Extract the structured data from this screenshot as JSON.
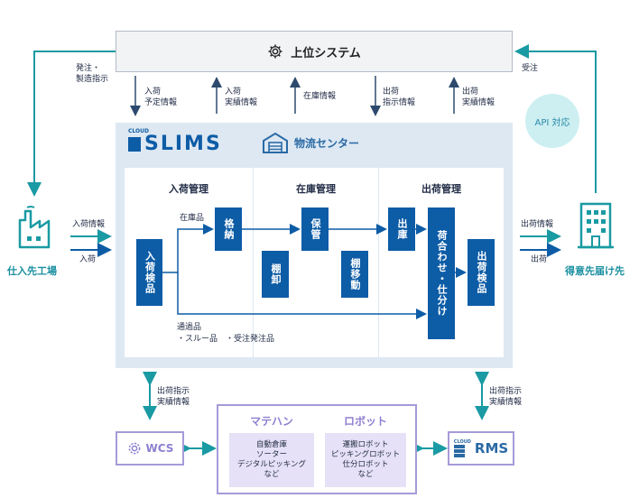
{
  "top_system": {
    "label": "上位システム",
    "icon": "gear-icon"
  },
  "left_labels": {
    "order_line1": "発注・",
    "order_line2": "製造指示"
  },
  "right_labels": {
    "receive_order": "受注"
  },
  "interface_labels": [
    {
      "l1": "入荷",
      "l2": "予定情報"
    },
    {
      "l1": "入荷",
      "l2": "実績情報"
    },
    {
      "l1": "在庫情報",
      "l2": ""
    },
    {
      "l1": "出荷",
      "l2": "指示情報"
    },
    {
      "l1": "出荷",
      "l2": "実績情報"
    }
  ],
  "api_badge": "API 対応",
  "logo": {
    "cloud": "CLOUD",
    "name": "SLIMS"
  },
  "center": {
    "label": "物流センター",
    "icon": "warehouse-icon"
  },
  "sections": {
    "inbound": "入荷管理",
    "inventory": "在庫管理",
    "outbound": "出荷管理"
  },
  "process": {
    "inspect": "入荷検品",
    "store_in": "格納",
    "keep": "保管",
    "stocktake": "棚卸",
    "move": "棚移動",
    "pick_out": "出庫",
    "sort": "荷合わせ・仕分け",
    "out_inspect": "出荷検品"
  },
  "flow_labels": {
    "stock_item": "在庫品",
    "passthrough1": "通過品",
    "passthrough2": "・スルー品　・受注発注品"
  },
  "supplier": {
    "label": "仕入先工場",
    "arrow_info": "入荷情報",
    "arrow_goods": "入荷"
  },
  "customer": {
    "label": "得意先届け先",
    "arrow_info": "出荷情報",
    "arrow_goods": "出荷"
  },
  "bottom_links": {
    "left": {
      "l1": "出荷指示",
      "l2": "実績情報"
    },
    "right": {
      "l1": "出荷指示",
      "l2": "実績情報"
    }
  },
  "wcs": {
    "label": "WCS",
    "icon": "gear-icon"
  },
  "rms": {
    "cloud": "CLOUD",
    "label": "RMS",
    "icon": "server-icon"
  },
  "material_handling": {
    "title": "マテハン",
    "items": [
      "自動倉庫",
      "ソーター",
      "デジタルピッキング",
      "など"
    ]
  },
  "robot": {
    "title": "ロボット",
    "items": [
      "運搬ロボット",
      "ピッキングロボット",
      "仕分ロボット",
      "など"
    ]
  },
  "colors": {
    "teal": "#1a9aa3",
    "blue": "#0d5ca6",
    "purple": "#a79ad9",
    "panel": "#dde8f3"
  }
}
